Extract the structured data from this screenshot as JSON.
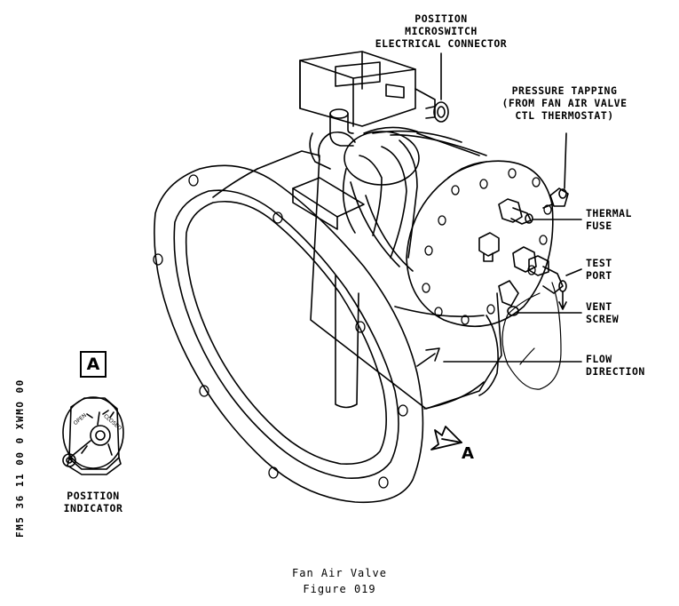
{
  "labels": {
    "microswitch": [
      "POSITION",
      "MICROSWITCH",
      "ELECTRICAL CONNECTOR"
    ],
    "pressure_tapping": [
      "PRESSURE TAPPING",
      "(FROM FAN AIR VALVE",
      "CTL THERMOSTAT)"
    ],
    "thermal_fuse": [
      "THERMAL",
      "FUSE"
    ],
    "test_port": [
      "TEST",
      "PORT"
    ],
    "vent_screw": [
      "VENT",
      "SCREW"
    ],
    "flow_direction": [
      "FLOW",
      "DIRECTION"
    ],
    "position_indicator": [
      "POSITION",
      "INDICATOR"
    ],
    "view_box": "A",
    "view_arrow": "A",
    "indicator_open": "OPEN",
    "indicator_closed": "CLOSED"
  },
  "side_code": "FM5 36 11 00 0 XWMO 00",
  "caption": {
    "title": "Fan Air Valve",
    "figure": "Figure 019"
  }
}
